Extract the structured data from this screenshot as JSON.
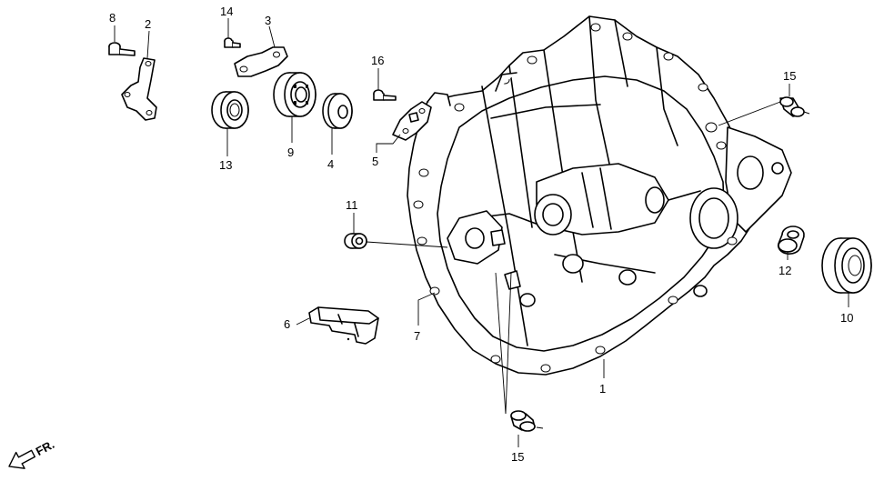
{
  "callouts": {
    "c1": "1",
    "c2": "2",
    "c3": "3",
    "c4": "4",
    "c5": "5",
    "c6": "6",
    "c7": "7",
    "c8": "8",
    "c9": "9",
    "c10": "10",
    "c11": "11",
    "c12": "12",
    "c13": "13",
    "c14": "14",
    "c15a": "15",
    "c15b": "15",
    "c16": "16"
  },
  "direction": {
    "label": "FR."
  },
  "colors": {
    "ink": "#000000",
    "paper": "#ffffff"
  }
}
